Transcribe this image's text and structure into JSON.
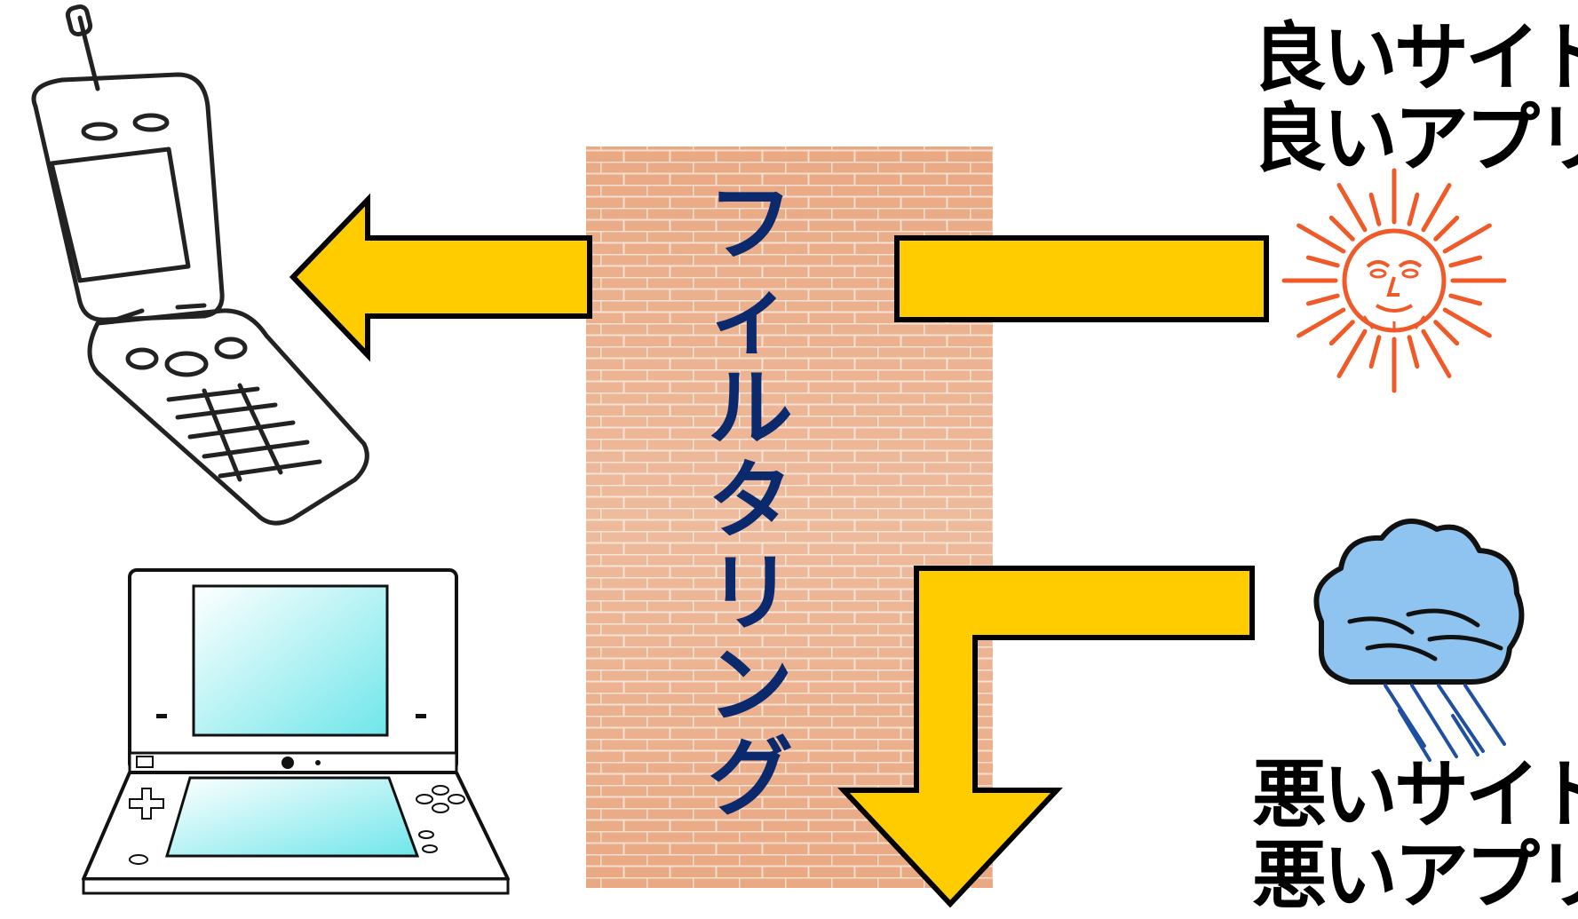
{
  "wall": {
    "chars": [
      "フ",
      "ィ",
      "ル",
      "タ",
      "リ",
      "ン",
      "グ"
    ]
  },
  "good": {
    "lines": [
      "良いサイト",
      "良いアプリ"
    ]
  },
  "bad": {
    "lines": [
      "悪いサイト",
      "悪いアプリ"
    ]
  },
  "icons": {
    "phone": "flip-phone-icon",
    "console": "handheld-console-icon",
    "sun": "sun-icon",
    "cloud": "rain-cloud-icon"
  },
  "colors": {
    "arrow": "#ffcc00",
    "wall": "#e8a47c",
    "mortar": "#f6dccb",
    "text": "#0b2a6e",
    "sun": "#f05a28",
    "cloud": "#8fc4f0",
    "screen": "#8eeef0"
  }
}
